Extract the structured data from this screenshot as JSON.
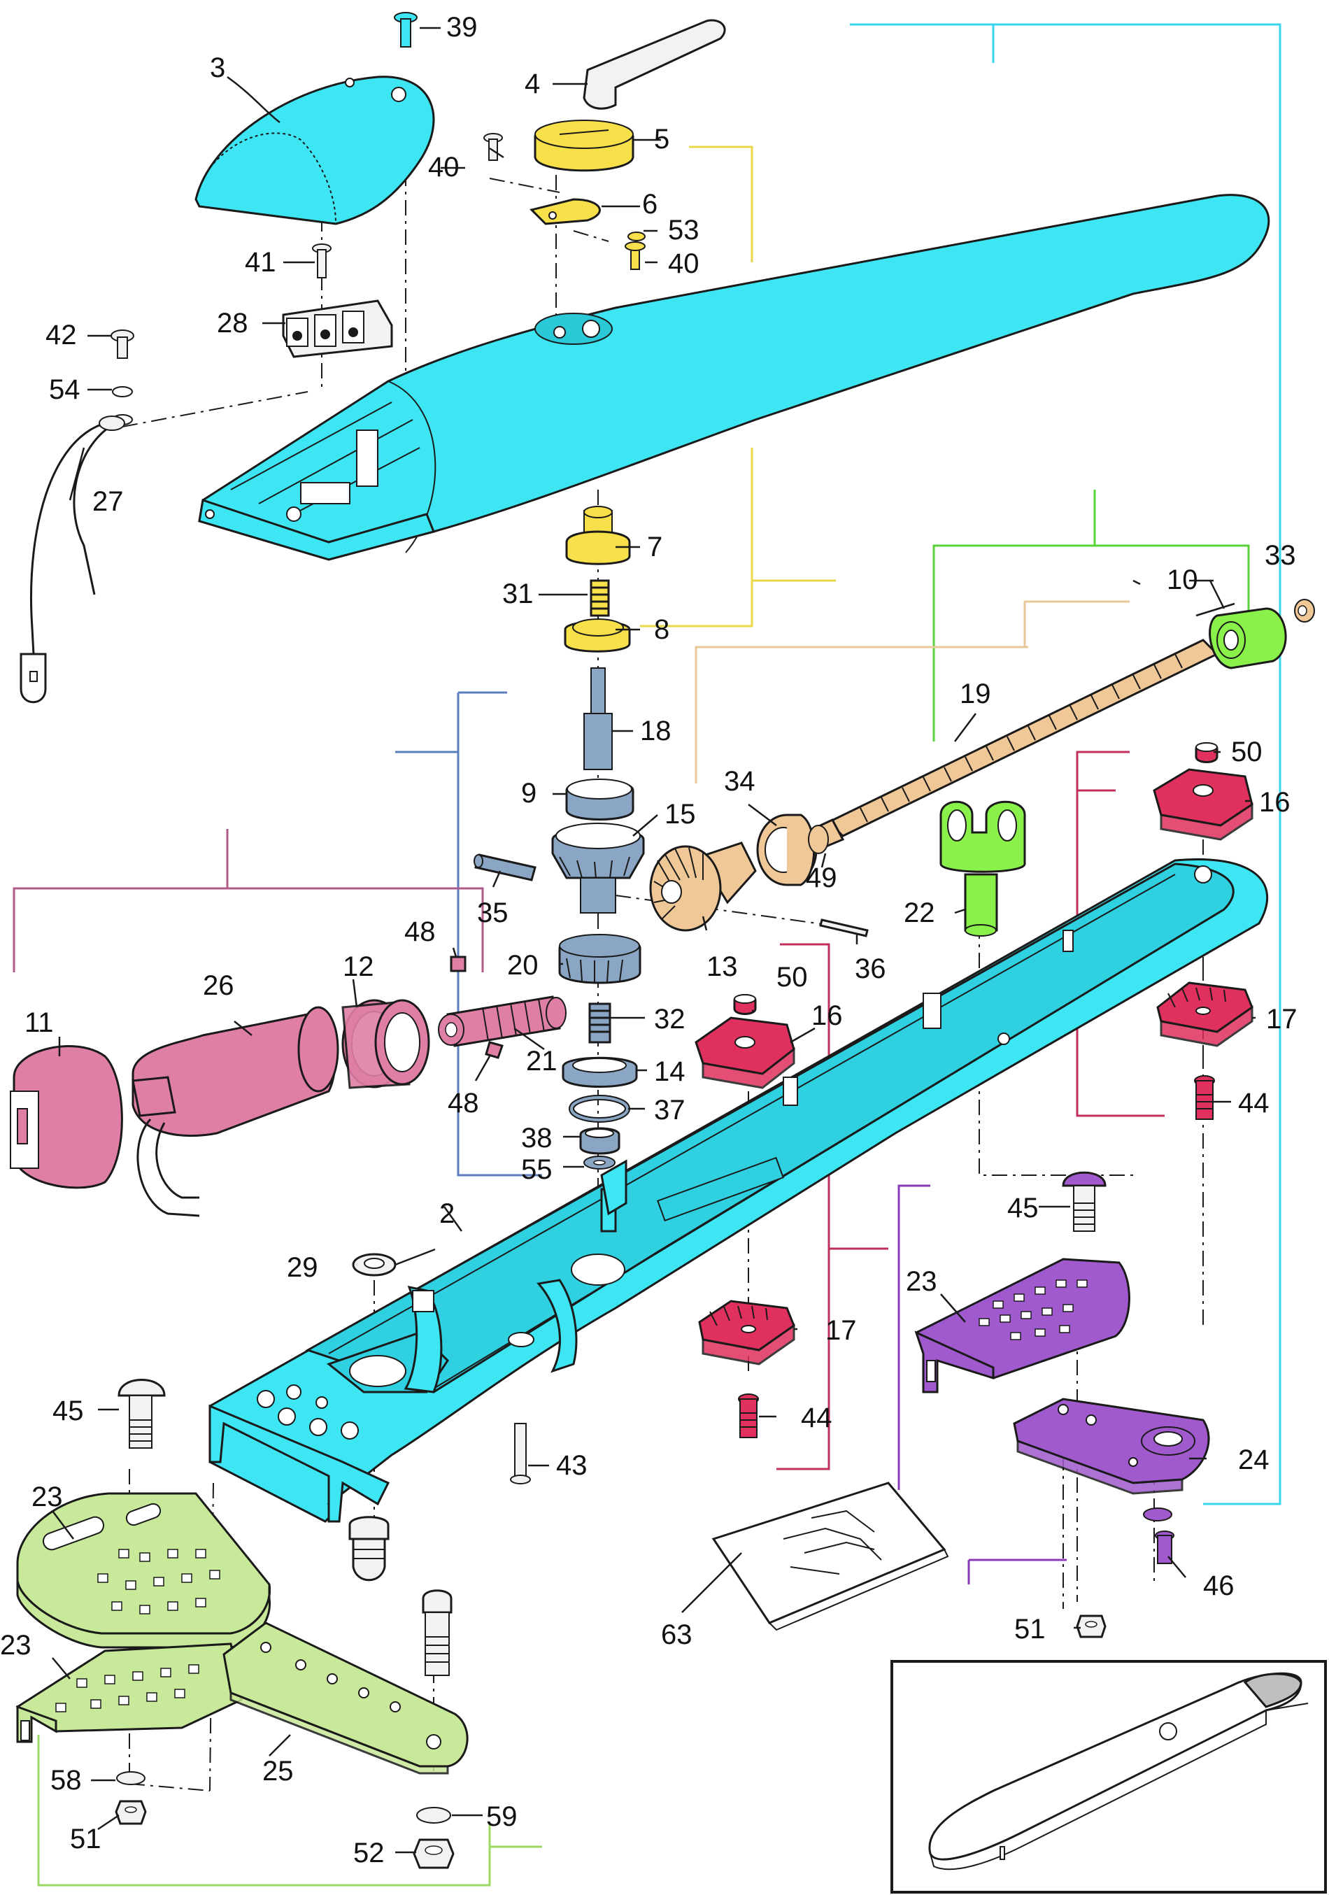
{
  "colors": {
    "housing": "#3de6f2",
    "yellow": "#f7e04a",
    "green": "#8af04a",
    "slate": "#8aa6c4",
    "pink": "#e07fa6",
    "crimson": "#e0305e",
    "purple": "#a05acd",
    "bracket": "#c8e89a",
    "screw": "#f0c898",
    "cyan_line": "#3ad4ec",
    "yellow_line": "#e8d84a",
    "green_line": "#5ad23a",
    "tan_line": "#e8c898",
    "blue_line": "#5a7ec0",
    "mauve_line": "#b05a8a",
    "crimson_line": "#c0305a",
    "purple_line": "#8a3ab8",
    "lime_line": "#9ad862"
  },
  "part_numbers": {
    "p2": "2",
    "p3": "3",
    "p4": "4",
    "p5": "5",
    "p6": "6",
    "p7": "7",
    "p8": "8",
    "p9": "9",
    "p10": "10",
    "p11": "11",
    "p12": "12",
    "p13": "13",
    "p14": "14",
    "p15": "15",
    "p16a": "16",
    "p16b": "16",
    "p17a": "17",
    "p17b": "17",
    "p18": "18",
    "p19": "19",
    "p20": "20",
    "p21": "21",
    "p22": "22",
    "p23a": "23",
    "p23b": "23",
    "p23c": "23",
    "p24": "24",
    "p25": "25",
    "p26": "26",
    "p27": "27",
    "p28": "28",
    "p29": "29",
    "p31": "31",
    "p32": "32",
    "p33": "33",
    "p34": "34",
    "p35": "35",
    "p36": "36",
    "p37": "37",
    "p38": "38",
    "p39": "39",
    "p40a": "40",
    "p40b": "40",
    "p41": "41",
    "p42": "42",
    "p43": "43",
    "p44a": "44",
    "p44b": "44",
    "p45a": "45",
    "p45b": "45",
    "p46": "46",
    "p48a": "48",
    "p48b": "48",
    "p49": "49",
    "p50a": "50",
    "p50b": "50",
    "p51a": "51",
    "p51b": "51",
    "p52": "52",
    "p53": "53",
    "p54": "54",
    "p55": "55",
    "p58": "58",
    "p59": "59",
    "p63": "63"
  }
}
